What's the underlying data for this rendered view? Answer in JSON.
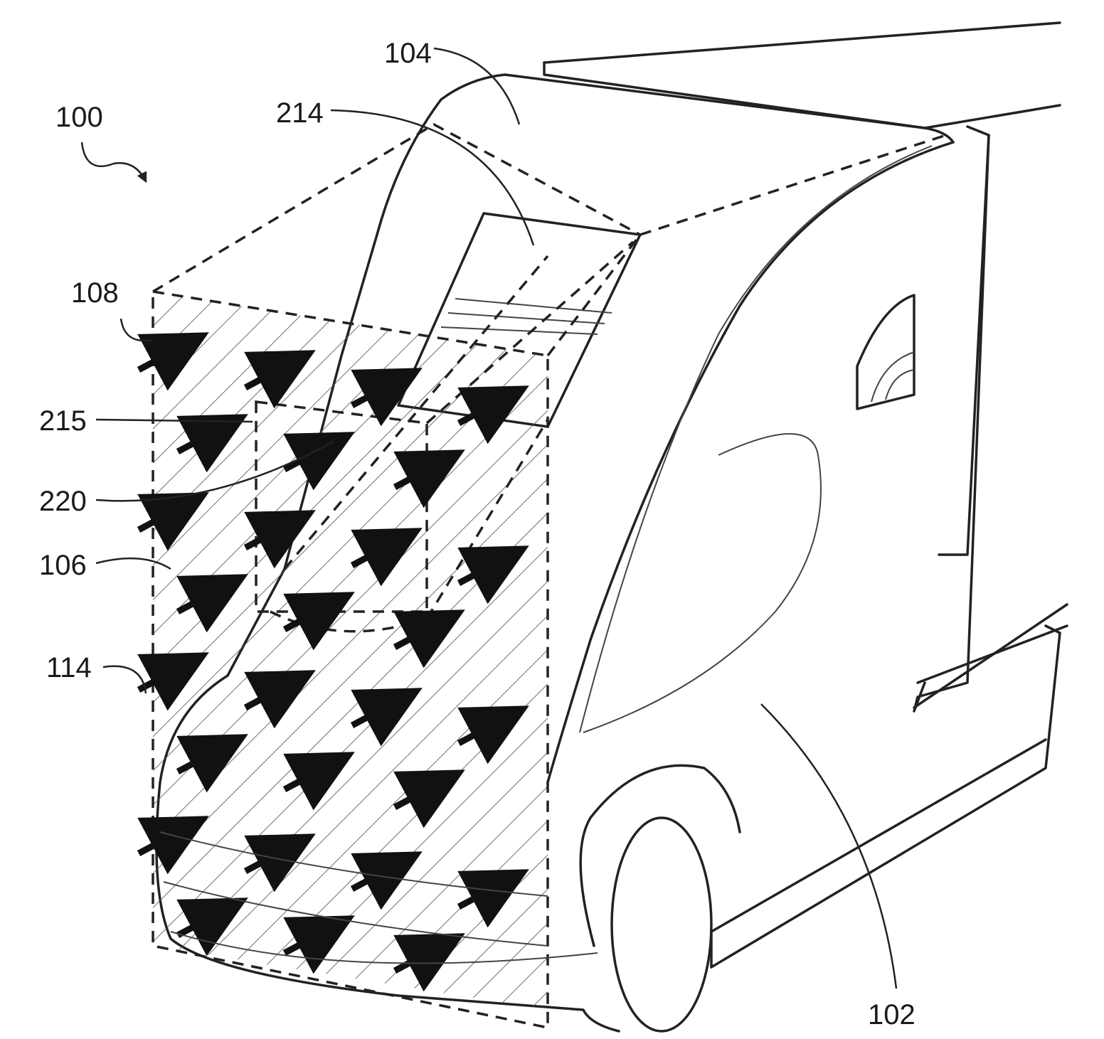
{
  "figure": {
    "reference_labels": {
      "system": "100",
      "vehicle": "102",
      "upper_zone": "104",
      "lower_zone": "106",
      "boundary": "108",
      "air_flow": "114",
      "windshield": "214",
      "panel": "215",
      "hood_region": "220"
    },
    "colors": {
      "line": "#222222",
      "hatch": "#555555",
      "arrow": "#111111",
      "background": "#ffffff"
    }
  }
}
